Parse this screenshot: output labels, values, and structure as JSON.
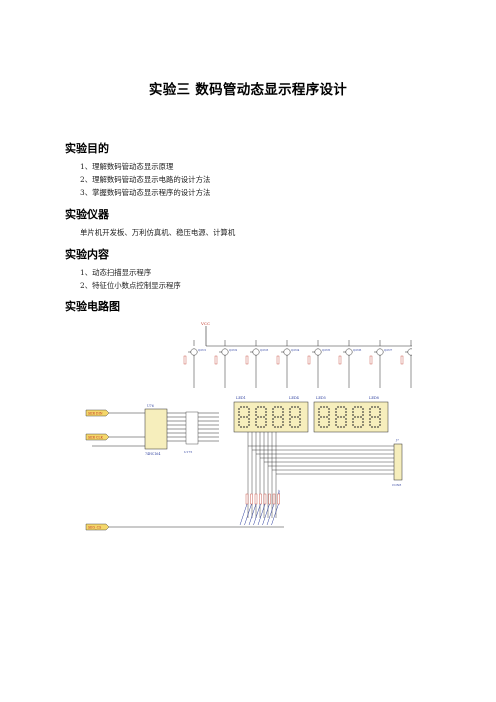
{
  "title": "实验三  数码管动态显示程序设计",
  "sections": {
    "purpose": {
      "heading": "实验目的",
      "items": [
        "1、理解数码管动态显示原理",
        "2、理解数码管动态显示电路的设计方法",
        "3、掌握数码管动态显示程序的设计方法"
      ]
    },
    "instruments": {
      "heading": "实验仪器",
      "text": "单片机开发板、万利仿真机、稳压电源、计算机"
    },
    "content": {
      "heading": "实验内容",
      "items": [
        "1、动态扫描显示程序",
        "2、特征位小数点控制显示程序"
      ]
    },
    "circuit": {
      "heading": "实验电路图"
    }
  },
  "circuit_labels": {
    "vcc": "VCC",
    "transistors": [
      "Q2N1",
      "Q2N2",
      "Q2N3",
      "Q2N4",
      "Q2N5",
      "Q2N6",
      "Q2N7",
      "Q2N8"
    ],
    "display_left": "LED1",
    "display_left2": "LED4",
    "display_right": "LED5",
    "display_right2": "LED8",
    "ic": "U76",
    "ic_bottom": "74HC164",
    "ic2": "U175",
    "net_left_top": "SER DIN",
    "net_left_mid": "SER CLK",
    "net_bottom": "SEG_CS",
    "connector": "J?",
    "connector_bottom": "CON8",
    "resistor_pack": "RP"
  },
  "colors": {
    "net_fill": "#f4d76a",
    "display_fill": "#f6eebc",
    "wire": "#2b2b2b",
    "red": "#c0392b",
    "blue": "#2c3e9e"
  }
}
